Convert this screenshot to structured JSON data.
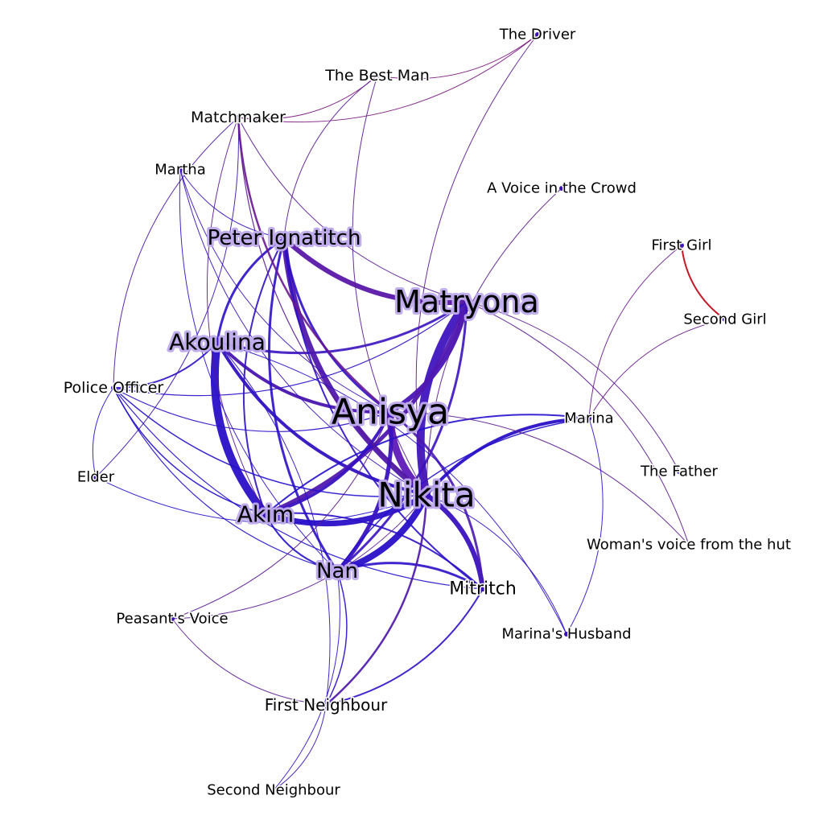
{
  "nodes": [
    {
      "id": "Anisya",
      "label": "Anisya"
    },
    {
      "id": "Nikita",
      "label": "Nikita"
    },
    {
      "id": "Matryona",
      "label": "Matryona"
    },
    {
      "id": "Akoulina",
      "label": "Akoulina"
    },
    {
      "id": "Peter",
      "label": "Peter Ignatitch"
    },
    {
      "id": "Akim",
      "label": "Akim"
    },
    {
      "id": "Nan",
      "label": "Nan"
    },
    {
      "id": "Mitritch",
      "label": "Mitritch"
    },
    {
      "id": "Police",
      "label": "Police Officer"
    },
    {
      "id": "Elder",
      "label": "Elder"
    },
    {
      "id": "Matchmaker",
      "label": "Matchmaker"
    },
    {
      "id": "Martha",
      "label": "Martha"
    },
    {
      "id": "BestMan",
      "label": "The Best Man"
    },
    {
      "id": "Driver",
      "label": "The Driver"
    },
    {
      "id": "Voice",
      "label": "A Voice in the Crowd"
    },
    {
      "id": "FirstGirl",
      "label": "First Girl"
    },
    {
      "id": "SecondGirl",
      "label": "Second Girl"
    },
    {
      "id": "Marina",
      "label": "Marina"
    },
    {
      "id": "Father",
      "label": "The Father"
    },
    {
      "id": "Woman",
      "label": "Woman's voice from the hut"
    },
    {
      "id": "MarinaHusband",
      "label": "Marina's Husband"
    },
    {
      "id": "Peasant",
      "label": "Peasant's Voice"
    },
    {
      "id": "FirstNeighbour",
      "label": "First Neighbour"
    },
    {
      "id": "SecondNeighbour",
      "label": "Second Neighbour"
    }
  ],
  "edges": [
    [
      "Anisya",
      "Nikita",
      9,
      "#5e1ab8"
    ],
    [
      "Matryona",
      "Nikita",
      10,
      "#3f14bf"
    ],
    [
      "Anisya",
      "Matryona",
      6,
      "#4a14b8"
    ],
    [
      "Akoulina",
      "Akim",
      10,
      "#2a10c8"
    ],
    [
      "Akoulina",
      "Nikita",
      4,
      "#3312c2"
    ],
    [
      "Akoulina",
      "Anisya",
      4,
      "#4a14b0"
    ],
    [
      "Akoulina",
      "Matryona",
      3,
      "#3a12c0"
    ],
    [
      "Peter",
      "Matryona",
      6,
      "#5a18a8"
    ],
    [
      "Peter",
      "Nikita",
      7,
      "#5018ac"
    ],
    [
      "Peter",
      "Anisya",
      3,
      "#3010c6"
    ],
    [
      "Peter",
      "Akoulina",
      3,
      "#2a10c8"
    ],
    [
      "Peter",
      "Nan",
      3,
      "#2a10c8"
    ],
    [
      "Peter",
      "Mitritch",
      2,
      "#2a10c8"
    ],
    [
      "Peter",
      "Akim",
      2,
      "#3010c4"
    ],
    [
      "Akim",
      "Matryona",
      5,
      "#5018b0"
    ],
    [
      "Akim",
      "Nikita",
      7,
      "#2a10c8"
    ],
    [
      "Akim",
      "Anisya",
      4,
      "#3812c0"
    ],
    [
      "Akim",
      "Nan",
      2,
      "#2210cc"
    ],
    [
      "Nan",
      "Nikita",
      8,
      "#2a10c8"
    ],
    [
      "Nan",
      "Anisya",
      5,
      "#3a12c0"
    ],
    [
      "Nan",
      "Matryona",
      3,
      "#3a12c0"
    ],
    [
      "Mitritch",
      "Nikita",
      6,
      "#3a12c0"
    ],
    [
      "Mitritch",
      "Nan",
      3,
      "#2a10c8"
    ],
    [
      "Mitritch",
      "Anisya",
      3,
      "#4a18b0"
    ],
    [
      "Mitritch",
      "Akim",
      2,
      "#2a10c8"
    ],
    [
      "Marina",
      "Nikita",
      4,
      "#2a10c8"
    ],
    [
      "Marina",
      "Akim",
      2,
      "#2210cc"
    ],
    [
      "Marina",
      "Nan",
      1.5,
      "#2210cc"
    ],
    [
      "Police",
      "Akoulina",
      2,
      "#2a10c8"
    ],
    [
      "Police",
      "Akim",
      1.5,
      "#2210cc"
    ],
    [
      "Police",
      "Nikita",
      1.5,
      "#2210cc"
    ],
    [
      "Police",
      "Anisya",
      1.2,
      "#2a10c8"
    ],
    [
      "Police",
      "Nan",
      1.2,
      "#2210cc"
    ],
    [
      "Police",
      "Mitritch",
      1.2,
      "#2210cc"
    ],
    [
      "Police",
      "Matryona",
      1.2,
      "#2a10c8"
    ],
    [
      "Police",
      "Elder",
      1,
      "#2210cc"
    ],
    [
      "Elder",
      "Matchmaker",
      1,
      "#3a12b0"
    ],
    [
      "Elder",
      "Nikita",
      1,
      "#2210cc"
    ],
    [
      "Matchmaker",
      "Anisya",
      2.5,
      "#6a1890"
    ],
    [
      "Matchmaker",
      "Nikita",
      1.2,
      "#5a1890"
    ],
    [
      "Matchmaker",
      "Matryona",
      1,
      "#5a1890"
    ],
    [
      "Matchmaker",
      "Akim",
      1,
      "#5a1890"
    ],
    [
      "Matchmaker",
      "Driver",
      1,
      "#7a1880"
    ],
    [
      "Matchmaker",
      "BestMan",
      1,
      "#7a1880"
    ],
    [
      "Matchmaker",
      "Police",
      1,
      "#4a14a8"
    ],
    [
      "BestMan",
      "Driver",
      1,
      "#7a1880"
    ],
    [
      "BestMan",
      "Peter",
      1,
      "#5a1890"
    ],
    [
      "BestMan",
      "Nikita",
      1,
      "#5a1890"
    ],
    [
      "Driver",
      "Nikita",
      1,
      "#5a1890"
    ],
    [
      "Martha",
      "Nan",
      1,
      "#2a10c8"
    ],
    [
      "Martha",
      "Nikita",
      1,
      "#3a12b8"
    ],
    [
      "Martha",
      "Anisya",
      1,
      "#3a12b8"
    ],
    [
      "Martha",
      "Peter",
      1,
      "#3a12b8"
    ],
    [
      "Voice",
      "Nikita",
      1,
      "#5a1890"
    ],
    [
      "FirstGirl",
      "SecondGirl",
      2,
      "#c00010"
    ],
    [
      "FirstGirl",
      "Marina",
      1,
      "#6a1890"
    ],
    [
      "SecondGirl",
      "Marina",
      1,
      "#6a1890"
    ],
    [
      "Father",
      "Matryona",
      1,
      "#5a1890"
    ],
    [
      "Woman",
      "Matryona",
      1,
      "#5a1890"
    ],
    [
      "Woman",
      "Anisya",
      1,
      "#5a1890"
    ],
    [
      "MarinaHusband",
      "Marina",
      1,
      "#2a10c8"
    ],
    [
      "MarinaHusband",
      "Nikita",
      1,
      "#2a10c8"
    ],
    [
      "MarinaHusband",
      "Akoulina",
      1,
      "#2a10c8"
    ],
    [
      "Peasant",
      "Nikita",
      1,
      "#5a1890"
    ],
    [
      "Peasant",
      "Anisya",
      1,
      "#5a1890"
    ],
    [
      "Peasant",
      "FirstNeighbour",
      1,
      "#5a1890"
    ],
    [
      "FirstNeighbour",
      "Nikita",
      2.5,
      "#4a14a8"
    ],
    [
      "FirstNeighbour",
      "Mitritch",
      2,
      "#2a10c8"
    ],
    [
      "FirstNeighbour",
      "Nan",
      1.5,
      "#2a10c8"
    ],
    [
      "FirstNeighbour",
      "Akoulina",
      1,
      "#2a10c8"
    ],
    [
      "SecondNeighbour",
      "FirstNeighbour",
      1,
      "#3a12b8"
    ],
    [
      "SecondNeighbour",
      "Nan",
      1,
      "#2a10c8"
    ]
  ]
}
